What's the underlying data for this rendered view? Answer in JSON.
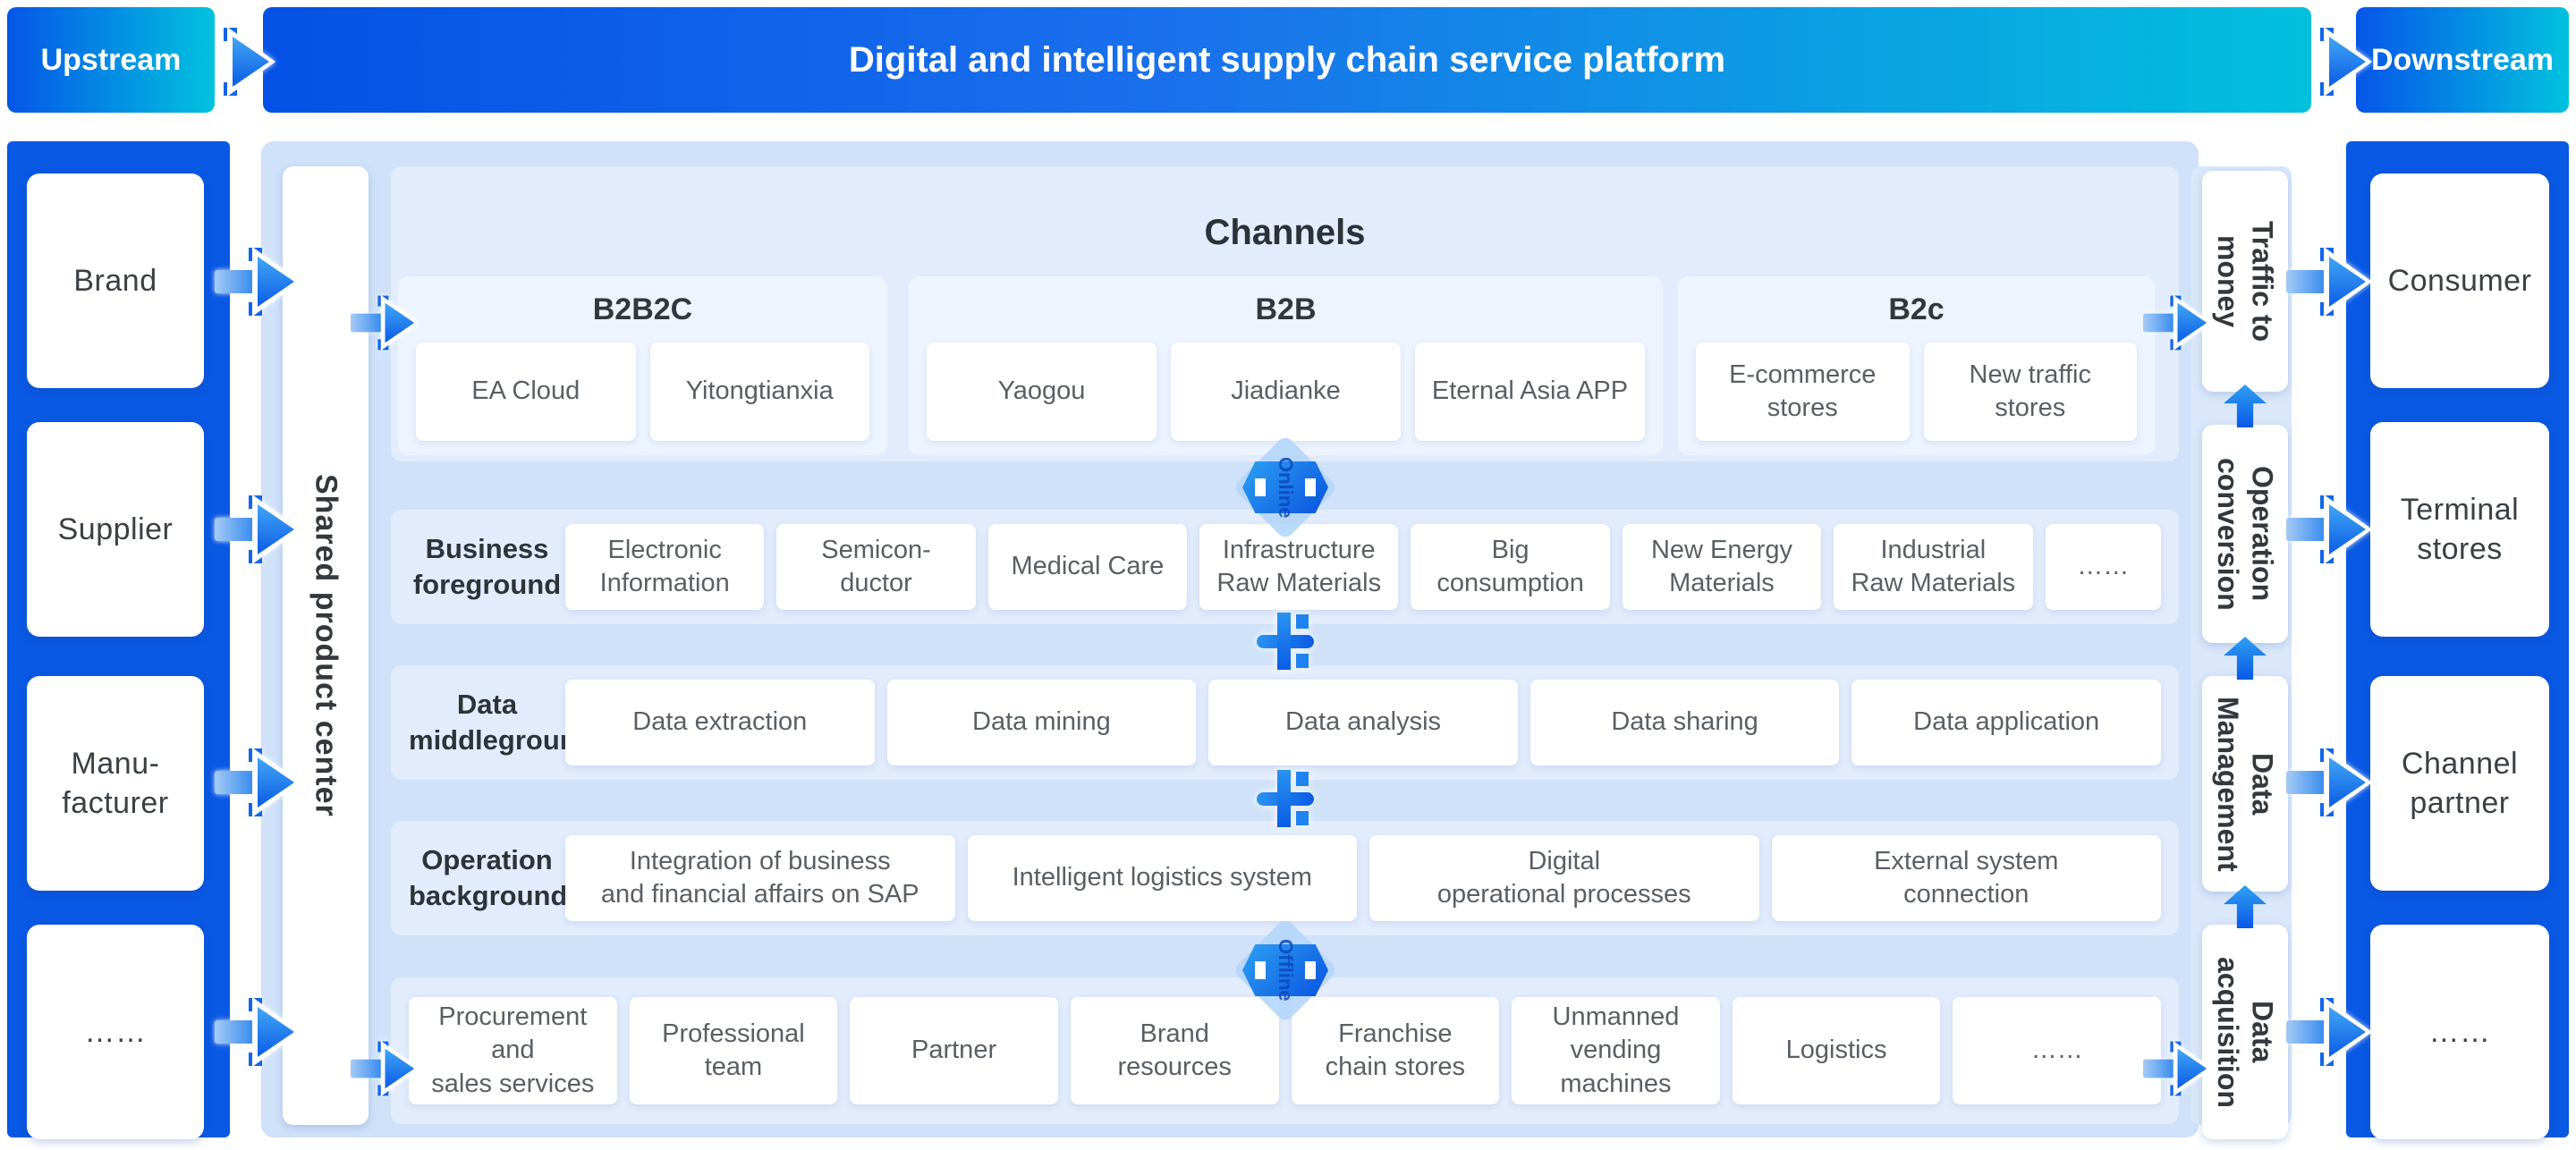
{
  "header": {
    "upstream": "Upstream",
    "title": "Digital and intelligent supply chain service platform",
    "downstream": "Downstream"
  },
  "left_column": {
    "items": [
      "Brand",
      "Supplier",
      "Manu-\nfacturer",
      "……"
    ]
  },
  "right_column": {
    "items": [
      "Consumer",
      "Terminal\nstores",
      "Channel\npartner",
      "……"
    ]
  },
  "shared_center": {
    "label": "Shared product center"
  },
  "channels": {
    "title": "Channels",
    "groups": [
      {
        "label": "B2B2C",
        "cards": [
          "EA Cloud",
          "Yitongtianxia"
        ]
      },
      {
        "label": "B2B",
        "cards": [
          "Yaogou",
          "Jiadianke",
          "Eternal Asia APP"
        ]
      },
      {
        "label": "B2c",
        "cards": [
          "E-commerce\nstores",
          "New traffic\nstores"
        ]
      }
    ]
  },
  "rows": [
    {
      "label": "Business\nforeground",
      "cards": [
        "Electronic\nInformation",
        "Semicon-\nductor",
        "Medical Care",
        "Infrastructure\nRaw Materials",
        "Big\nconsumption",
        "New Energy\nMaterials",
        "Industrial\nRaw Materials",
        "……"
      ]
    },
    {
      "label": "Data\nmiddleground",
      "cards": [
        "Data extraction",
        "Data mining",
        "Data analysis",
        "Data sharing",
        "Data application"
      ]
    },
    {
      "label": "Operation\nbackground",
      "cards": [
        "Integration of business\nand financial affairs on SAP",
        "Intelligent logistics system",
        "Digital\noperational processes",
        "External system\nconnection"
      ]
    },
    {
      "label": "",
      "cards": [
        "Procurement\nand\nsales services",
        "Professional\nteam",
        "Partner",
        "Brand\nresources",
        "Franchise\nchain stores",
        "Unmanned\nvending\nmachines",
        "Logistics",
        "……"
      ]
    }
  ],
  "right_bars": {
    "items": [
      "Traffic to\nmoney",
      "Operation\nconversion",
      "Data\nManagement",
      "Data\nacquisition"
    ]
  },
  "connectors": {
    "online": "Online",
    "offline": "Offline"
  },
  "colors": {
    "accent_blue": "#0a59e4",
    "accent_cyan": "#01c2de",
    "outer_panel": "#cfe2f9",
    "row_panel": "#e2ecfc",
    "group_panel": "#eef4fe"
  }
}
